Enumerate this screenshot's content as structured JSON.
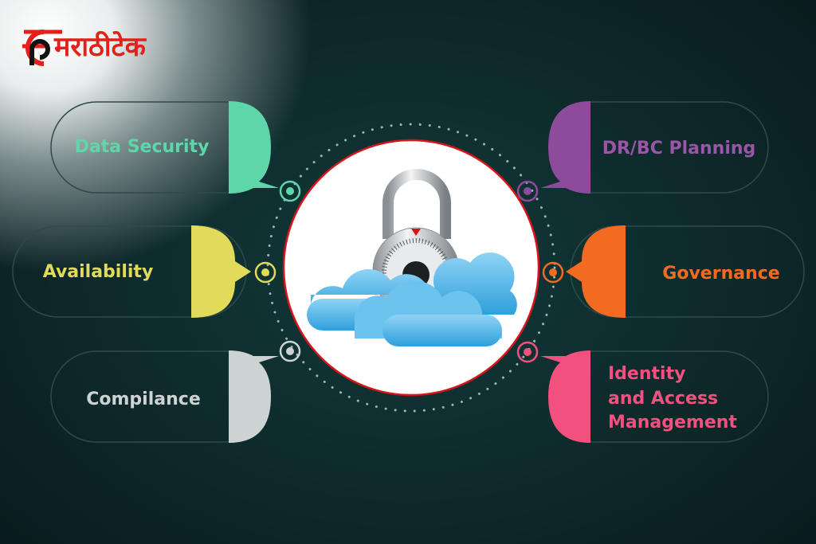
{
  "logo": {
    "text": "मराठीटेक"
  },
  "pills": {
    "data_security": {
      "label": "Data Security",
      "color": "#5fd6aa"
    },
    "availability": {
      "label": "Availability",
      "color": "#e2da5a"
    },
    "compliance": {
      "label": "Compilance",
      "color": "#cdd3d3"
    },
    "dr_bc": {
      "label": "DR/BC Planning",
      "color": "#8e4a9b"
    },
    "governance": {
      "label": "Governance",
      "color": "#f26b21"
    },
    "identity": {
      "line1": "Identity",
      "line2": "and Access",
      "line3": "Management",
      "color": "#f2507f"
    }
  },
  "center": {
    "icon": "padlock-on-clouds-icon",
    "border_color": "#d4161b"
  }
}
